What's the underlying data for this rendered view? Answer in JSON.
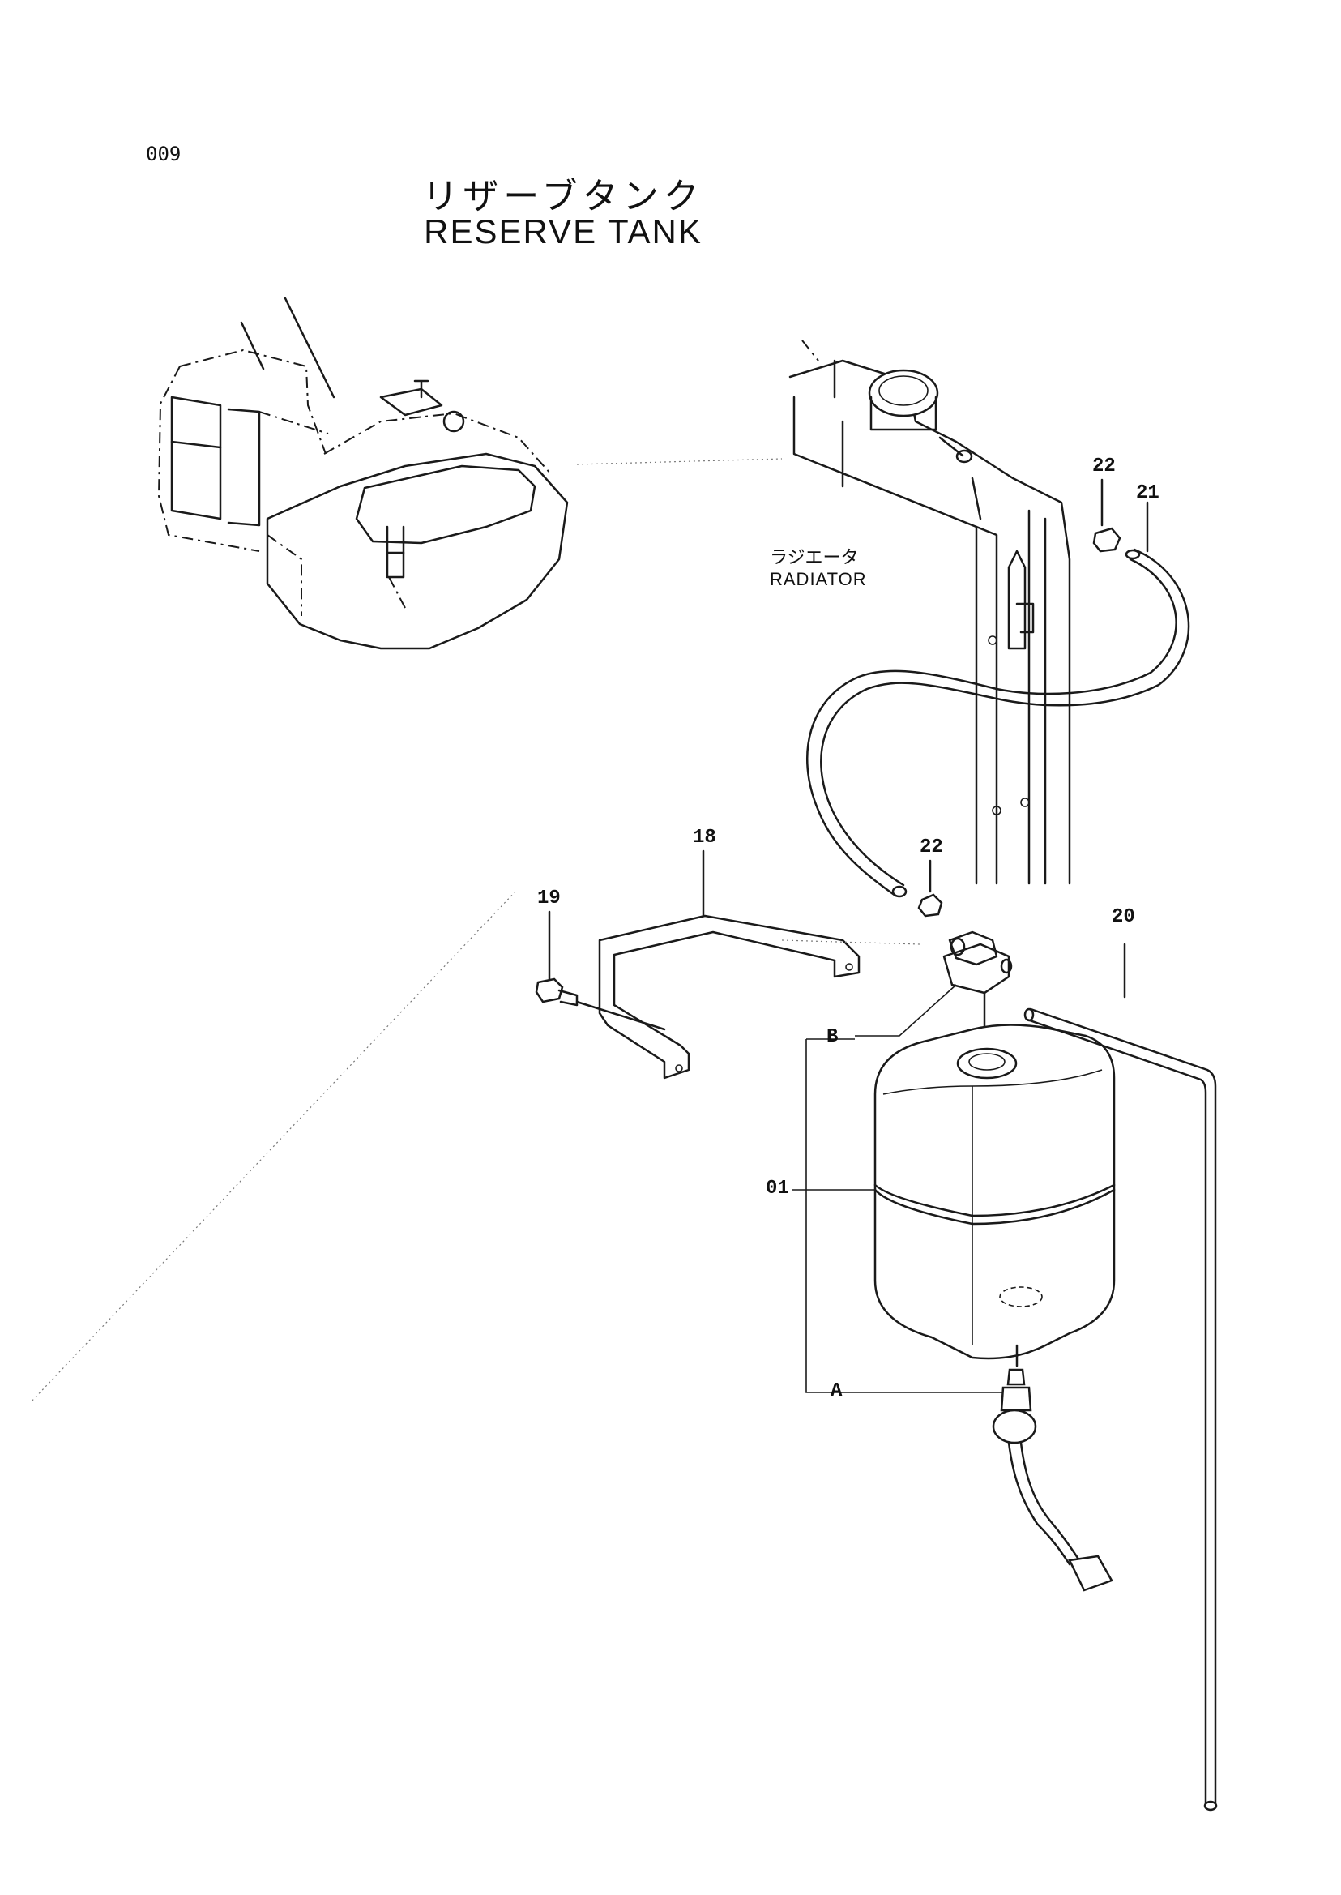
{
  "page": {
    "number": "009",
    "title_ja": "リザーブタンク",
    "title_en": "RESERVE TANK"
  },
  "labels": {
    "radiator_ja": "ラジエータ",
    "radiator_en": "RADIATOR"
  },
  "callouts": {
    "tank": "01",
    "bracket": "18",
    "bolt": "19",
    "overflow_hose": "20",
    "radiator_hose": "21",
    "clip_upper": "22",
    "clip_lower": "22",
    "sub_b": "B",
    "sub_a": "A"
  }
}
